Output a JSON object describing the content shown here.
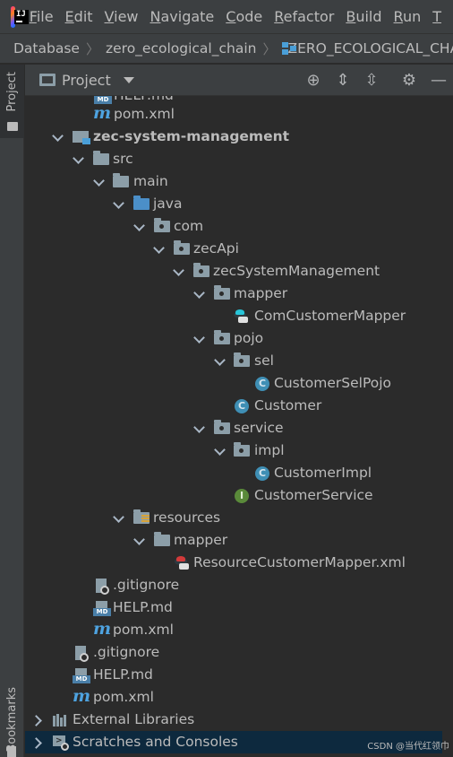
{
  "menubar": {
    "items": [
      "File",
      "Edit",
      "View",
      "Navigate",
      "Code",
      "Refactor",
      "Build",
      "Run",
      "T"
    ],
    "mnemonics": [
      "F",
      "E",
      "V",
      "N",
      "C",
      "R",
      "B",
      "R",
      "T"
    ]
  },
  "breadcrumb": {
    "items": [
      "Database",
      "zero_ecological_chain",
      "ZERO_ECOLOGICAL_CHAIN"
    ]
  },
  "tool_window": {
    "left_tabs": [
      "Project",
      "Bookmarks"
    ],
    "title": "Project",
    "header_tools": [
      "locate-icon",
      "expand-all-icon",
      "collapse-all-icon",
      "gear-icon",
      "minimize-icon"
    ]
  },
  "tree": {
    "rows": [
      {
        "label": "HELP.md",
        "icon": "markdown",
        "partial": true
      },
      {
        "label": "pom.xml",
        "icon": "maven"
      },
      {
        "label": "zec-system-management",
        "icon": "module-folder",
        "expanded": true,
        "bold": true
      },
      {
        "label": "src",
        "icon": "folder",
        "expanded": true
      },
      {
        "label": "main",
        "icon": "folder",
        "expanded": true
      },
      {
        "label": "java",
        "icon": "source-folder",
        "expanded": true
      },
      {
        "label": "com",
        "icon": "package",
        "expanded": true
      },
      {
        "label": "zecApi",
        "icon": "package",
        "expanded": true
      },
      {
        "label": "zecSystemManagement",
        "icon": "package",
        "expanded": true
      },
      {
        "label": "mapper",
        "icon": "package",
        "expanded": true
      },
      {
        "label": "ComCustomerMapper",
        "icon": "mybatis-mapper"
      },
      {
        "label": "pojo",
        "icon": "package",
        "expanded": true
      },
      {
        "label": "sel",
        "icon": "package",
        "expanded": true
      },
      {
        "label": "CustomerSelPojo",
        "icon": "class"
      },
      {
        "label": "Customer",
        "icon": "class"
      },
      {
        "label": "service",
        "icon": "package",
        "expanded": true
      },
      {
        "label": "impl",
        "icon": "package",
        "expanded": true
      },
      {
        "label": "CustomerImpl",
        "icon": "class"
      },
      {
        "label": "CustomerService",
        "icon": "interface"
      },
      {
        "label": "resources",
        "icon": "resources-folder",
        "expanded": true
      },
      {
        "label": "mapper",
        "icon": "folder",
        "expanded": true
      },
      {
        "label": "ResourceCustomerMapper.xml",
        "icon": "mybatis-xml"
      },
      {
        "label": ".gitignore",
        "icon": "gitignore"
      },
      {
        "label": "HELP.md",
        "icon": "markdown"
      },
      {
        "label": "pom.xml",
        "icon": "maven"
      },
      {
        "label": ".gitignore",
        "icon": "gitignore"
      },
      {
        "label": "HELP.md",
        "icon": "markdown"
      },
      {
        "label": "pom.xml",
        "icon": "maven"
      },
      {
        "label": "External Libraries",
        "icon": "libraries",
        "expanded": false
      },
      {
        "label": "Scratches and Consoles",
        "icon": "scratches",
        "expanded": false
      }
    ],
    "class_glyph": "C",
    "interface_glyph": "I",
    "md_glyph": "MD",
    "maven_glyph": "m"
  },
  "watermark": "CSDN @当代红领巾"
}
